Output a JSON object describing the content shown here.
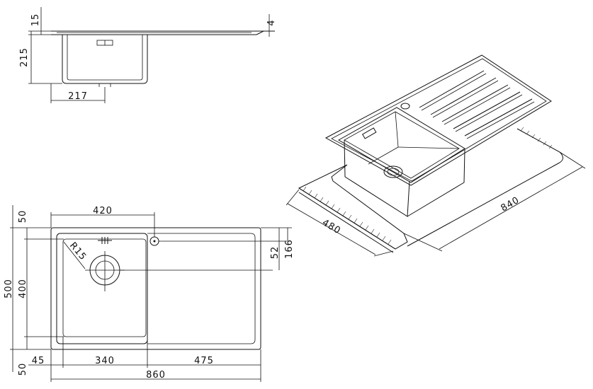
{
  "drawing": {
    "title": "",
    "side_view": {
      "thickness_dim": "15",
      "edge_dim": "4",
      "depth_dim": "215",
      "bowl_width_dim": "217"
    },
    "top_view": {
      "bowl_inner_width_top": "420",
      "depth_total": "500",
      "depth_inner": "400",
      "flange_top": "50",
      "flange_bottom": "50",
      "tap_offset_small": "52",
      "tap_offset_large": "166",
      "corner_radius": "R15",
      "left_margin": "45",
      "bowl_width": "340",
      "drainer_width": "475",
      "total_width": "860"
    },
    "iso_view": {
      "cutout_length": "840",
      "cutout_depth": "480"
    }
  }
}
